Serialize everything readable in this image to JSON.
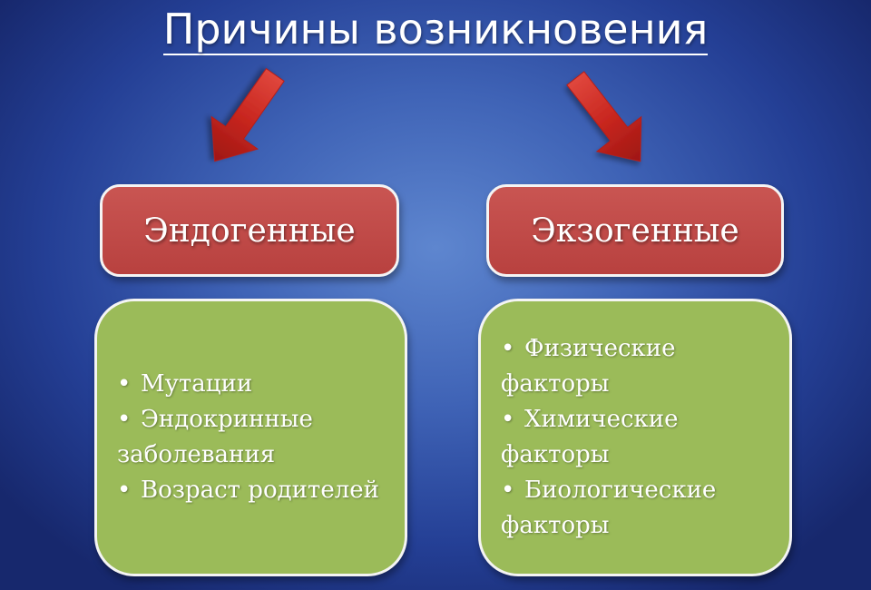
{
  "title": "Причины возникновения",
  "colors": {
    "background": "#3f63b6",
    "header_box": "#c0504d",
    "content_box": "#9bbb59",
    "arrow": "#cc2a22",
    "text": "#ffffff"
  },
  "icons": {
    "left_arrow": "arrow-down-left-icon",
    "right_arrow": "arrow-down-right-icon",
    "bullet": "•"
  },
  "left": {
    "header": "Эндогенные",
    "items": [
      {
        "bullet": "•",
        "text": "Мутации"
      },
      {
        "bullet": "•",
        "text": "Эндокринные",
        "continuation": "заболевания"
      },
      {
        "bullet": "•",
        "text": "Возраст родителей"
      }
    ]
  },
  "right": {
    "header": "Экзогенные",
    "items": [
      {
        "bullet": "•",
        "text": "Физические",
        "continuation": "факторы"
      },
      {
        "bullet": "•",
        "text": "Химические",
        "continuation": "факторы"
      },
      {
        "bullet": "•",
        "text": "Биологические",
        "continuation": "факторы"
      }
    ]
  }
}
